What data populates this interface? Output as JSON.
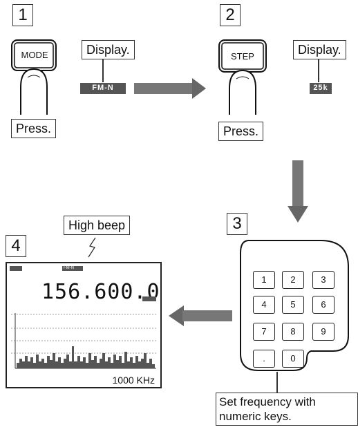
{
  "steps": [
    {
      "number": "1",
      "button": "MODE",
      "press": "Press.",
      "display_label": "Display.",
      "display_value": "FM-N"
    },
    {
      "number": "2",
      "button": "STEP",
      "press": "Press.",
      "display_label": "Display.",
      "display_value": "25k"
    },
    {
      "number": "3",
      "note_line1": "Set frequency with",
      "note_line2": "numeric keys."
    },
    {
      "number": "4",
      "beep": "High beep",
      "frequency": "156.600.0",
      "span": "1000 KHz",
      "mode_tag": "FM-N"
    }
  ],
  "keypad": [
    "1",
    "2",
    "3",
    "4",
    "5",
    "6",
    "7",
    "8",
    "9",
    ".",
    "0"
  ]
}
